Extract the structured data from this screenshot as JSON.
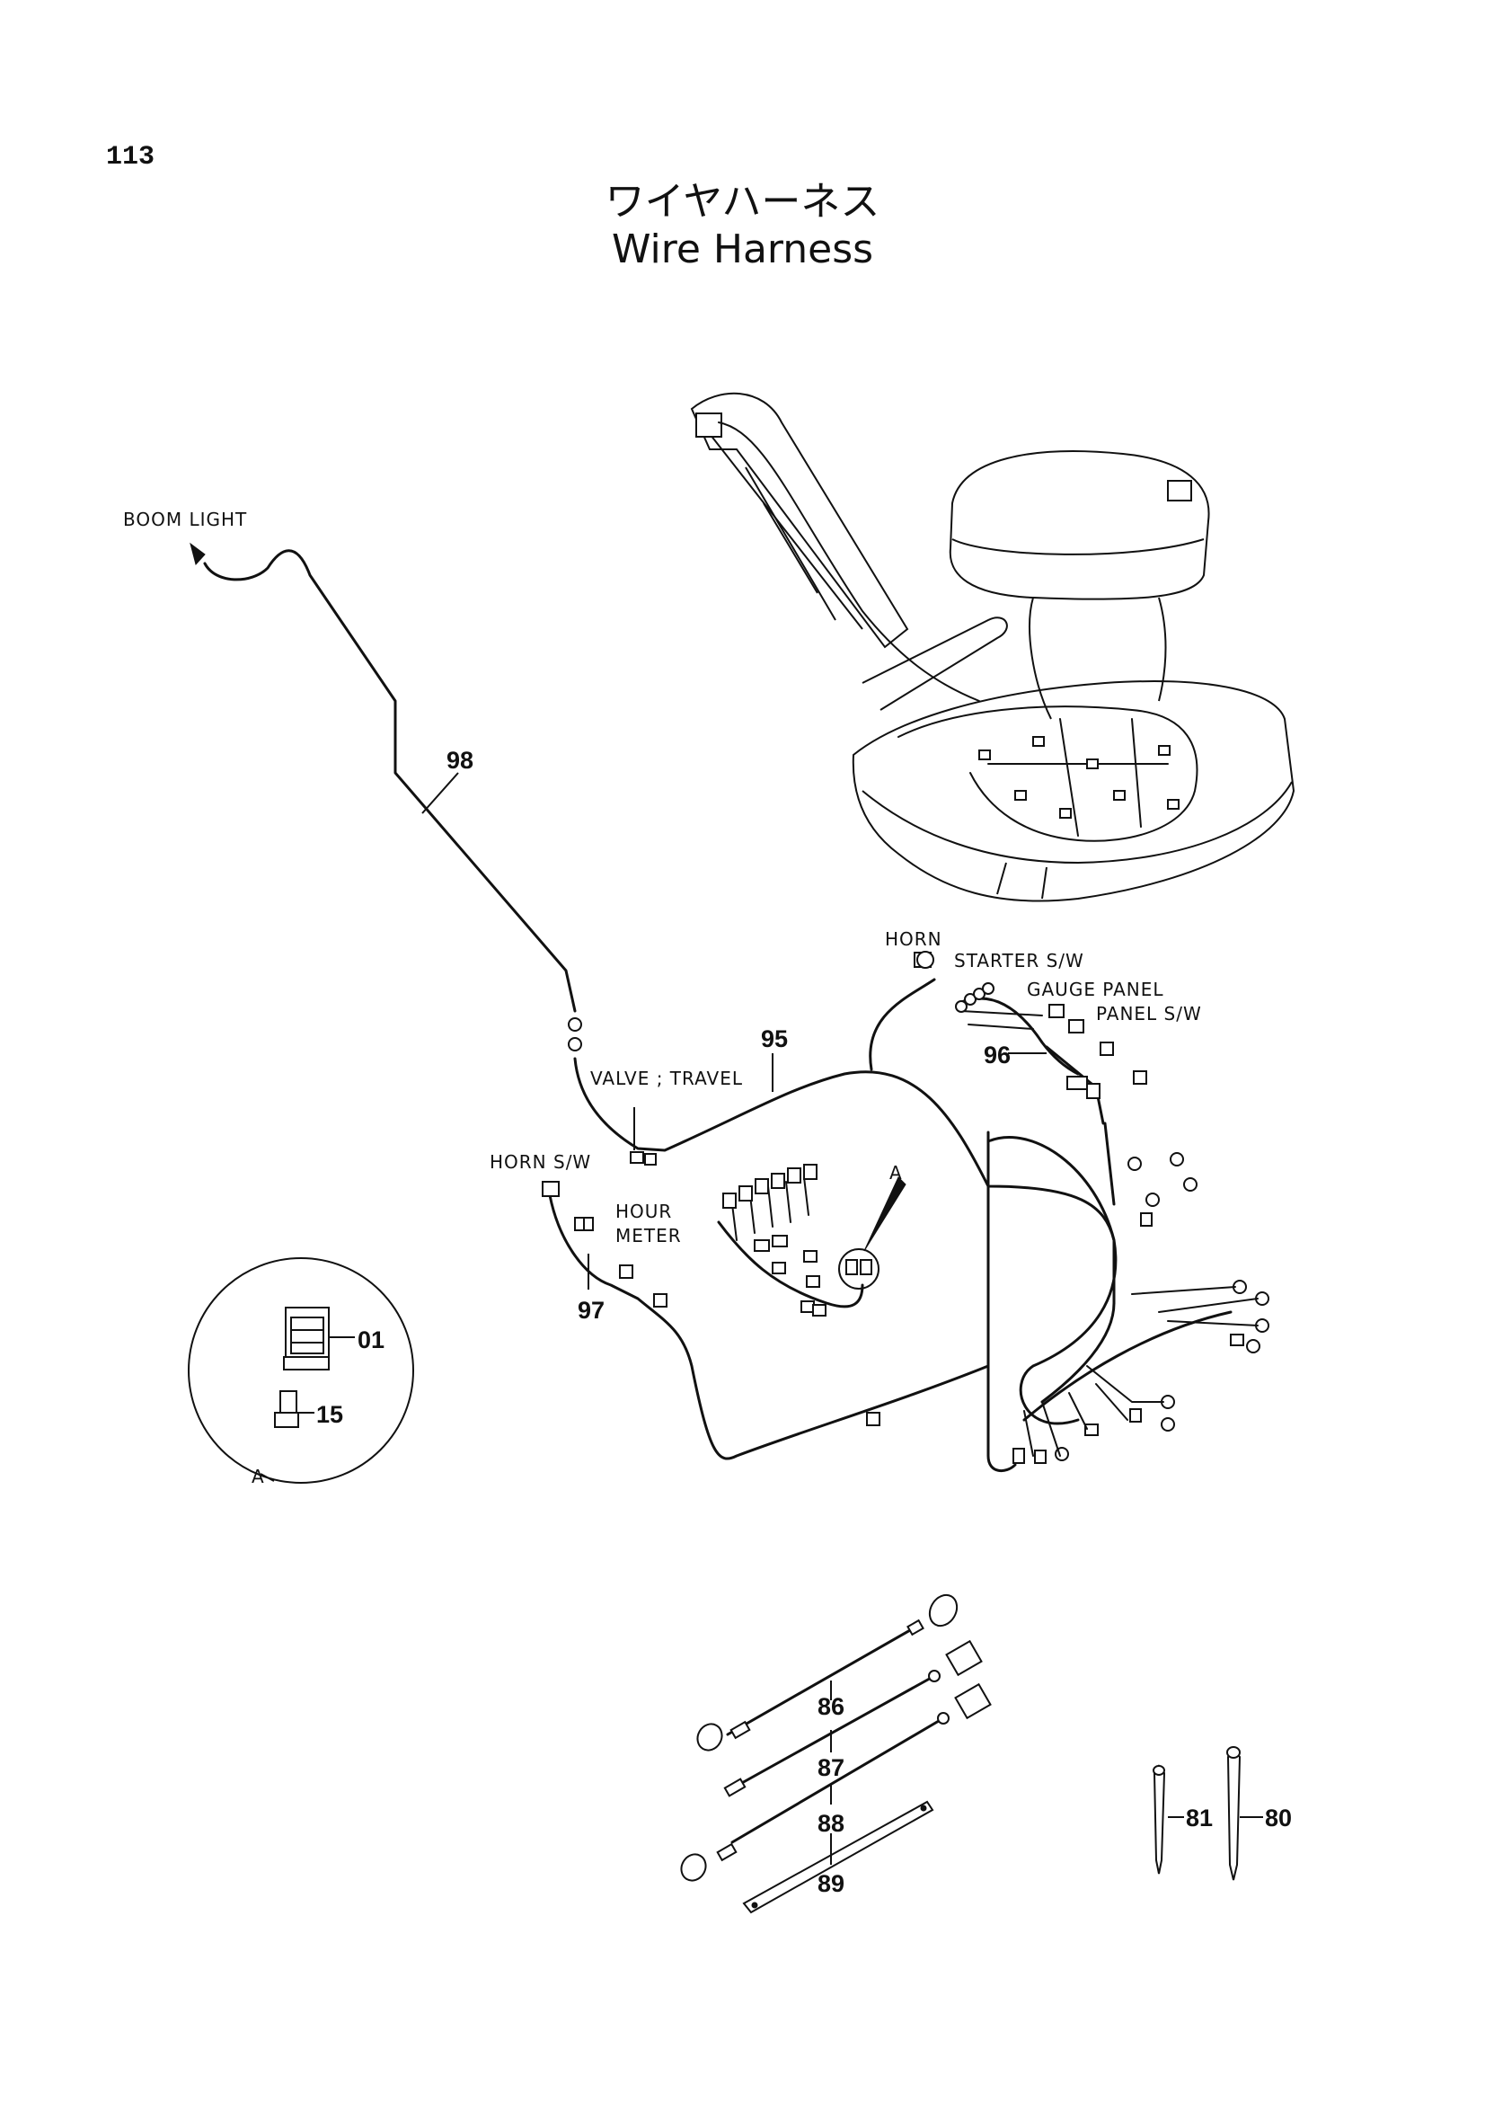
{
  "page_number": "113",
  "title_jp": "ワイヤハーネス",
  "title_en": "Wire Harness",
  "labels": {
    "boom_light": "BOOM LIGHT",
    "horn": "HORN",
    "starter_sw": "STARTER S/W",
    "gauge_panel": "GAUGE PANEL",
    "panel_sw": "PANEL S/W",
    "valve_travel": "VALVE ; TRAVEL",
    "horn_sw": "HORN S/W",
    "hour": "HOUR",
    "meter": "METER",
    "view_a_arrow": "A",
    "view_a_circle": "A"
  },
  "callouts": {
    "p98": "98",
    "p95": "95",
    "p96": "96",
    "p97": "97",
    "p01": "01",
    "p15": "15",
    "p86": "86",
    "p87": "87",
    "p88": "88",
    "p89": "89",
    "p81": "81",
    "p80": "80"
  }
}
